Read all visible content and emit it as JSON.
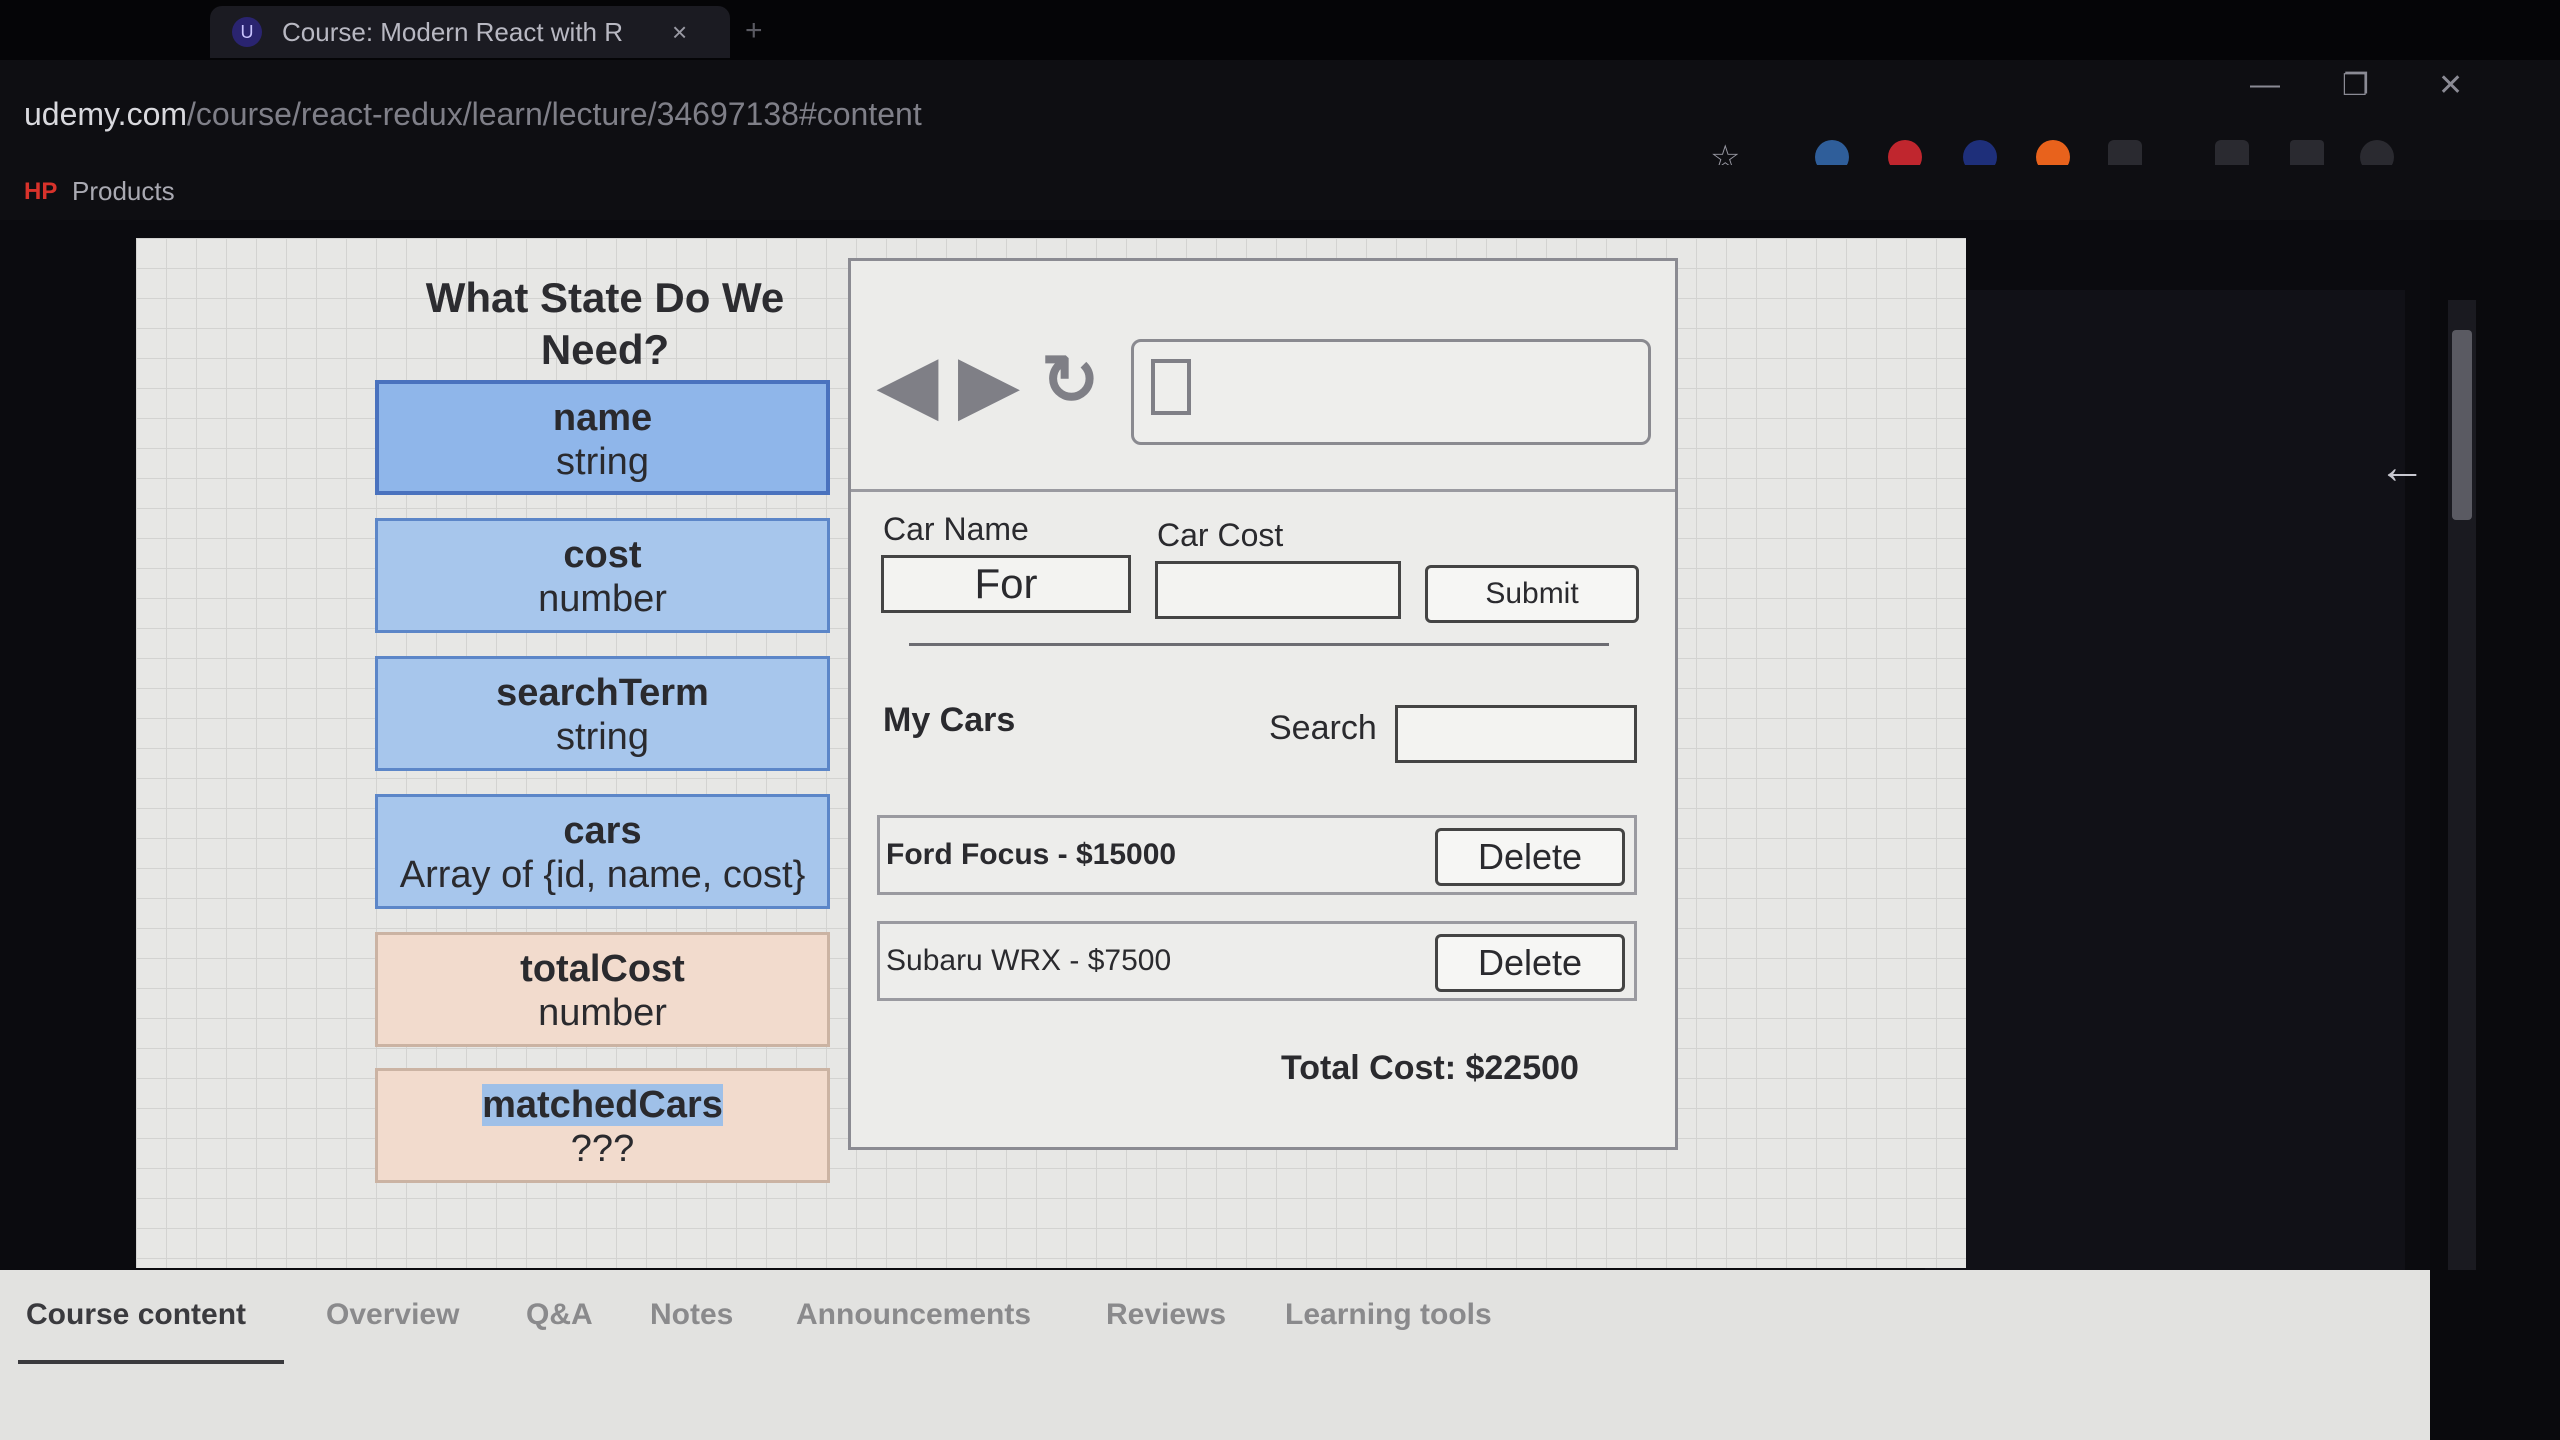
{
  "browser": {
    "tab_title": "Course: Modern React with R",
    "tab_close": "×",
    "new_tab": "+",
    "url_host": "udemy.com",
    "url_path": "/course/react-redux/learn/lecture/34697138#content",
    "bookmark_logo": "HP",
    "bookmark_label": "Products",
    "win_min": "—",
    "win_restore": "❐",
    "win_close": "✕"
  },
  "slide": {
    "title": "What State Do We Need?",
    "states": [
      {
        "name": "name",
        "type": "string"
      },
      {
        "name": "cost",
        "type": "number"
      },
      {
        "name": "searchTerm",
        "type": "string"
      },
      {
        "name": "cars",
        "type": "Array of {id, name, cost}"
      },
      {
        "name": "totalCost",
        "type": "number"
      },
      {
        "name": "matchedCars",
        "type": "???"
      }
    ],
    "mock": {
      "car_name_label": "Car Name",
      "car_cost_label": "Car Cost",
      "car_name_value": "For",
      "car_cost_value": "",
      "submit_label": "Submit",
      "my_cars_label": "My Cars",
      "search_label": "Search",
      "search_value": "",
      "cars": [
        {
          "text": "Ford Focus - $15000",
          "delete_label": "Delete"
        },
        {
          "text": "Subaru WRX - $7500",
          "delete_label": "Delete"
        }
      ],
      "total_label": "Total Cost:",
      "total_value": "$22500"
    }
  },
  "course_tabs": [
    "Course content",
    "Overview",
    "Q&A",
    "Notes",
    "Announcements",
    "Reviews",
    "Learning tools"
  ],
  "icons": {
    "back_arrow": "←",
    "star": "☆"
  }
}
